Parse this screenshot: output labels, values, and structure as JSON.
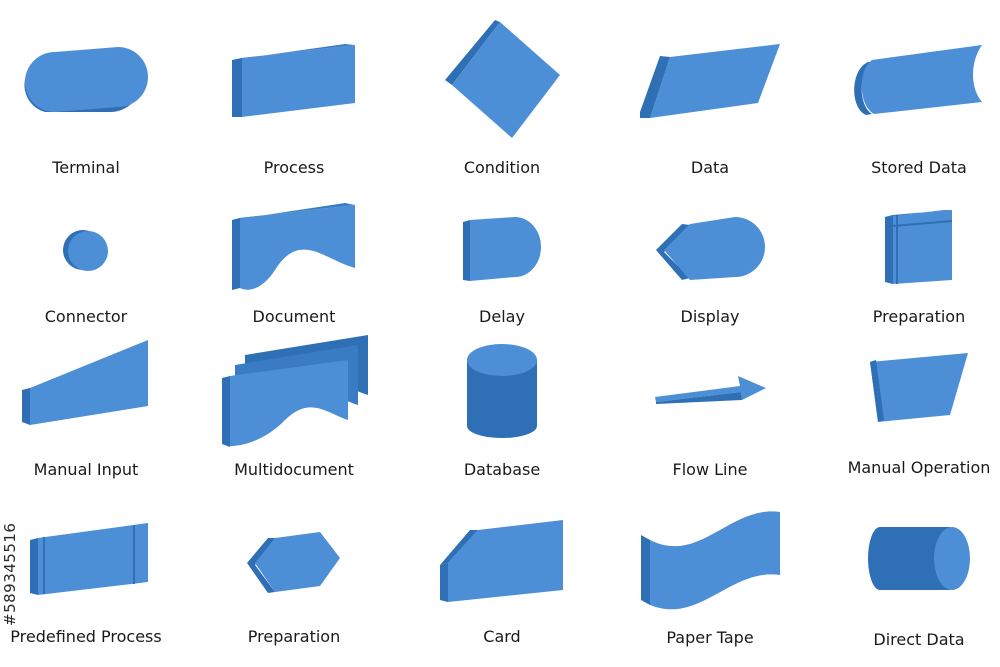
{
  "shapes": [
    {
      "id": "terminal",
      "label": "Terminal"
    },
    {
      "id": "process",
      "label": "Process"
    },
    {
      "id": "condition",
      "label": "Condition"
    },
    {
      "id": "data",
      "label": "Data"
    },
    {
      "id": "stored-data",
      "label": "Stored Data"
    },
    {
      "id": "connector",
      "label": "Connector"
    },
    {
      "id": "document",
      "label": "Document"
    },
    {
      "id": "delay",
      "label": "Delay"
    },
    {
      "id": "display",
      "label": "Display"
    },
    {
      "id": "preparation",
      "label": "Preparation"
    },
    {
      "id": "manual-input",
      "label": "Manual Input"
    },
    {
      "id": "multidocument",
      "label": "Multidocument"
    },
    {
      "id": "database",
      "label": "Database"
    },
    {
      "id": "flow-line",
      "label": "Flow Line"
    },
    {
      "id": "manual-operation",
      "label": "Manual Operation"
    },
    {
      "id": "predefined-process",
      "label": "Predefined Process"
    },
    {
      "id": "preparation-hexagon",
      "label": "Preparation"
    },
    {
      "id": "card",
      "label": "Card"
    },
    {
      "id": "paper-tape",
      "label": "Paper Tape"
    },
    {
      "id": "direct-data",
      "label": "Direct Data"
    }
  ],
  "watermark": "#589345516",
  "colors": {
    "front": "#4c8fd6",
    "side": "#2f6fb5",
    "dark": "#3a7cc4",
    "label": "#1a1a1a"
  }
}
